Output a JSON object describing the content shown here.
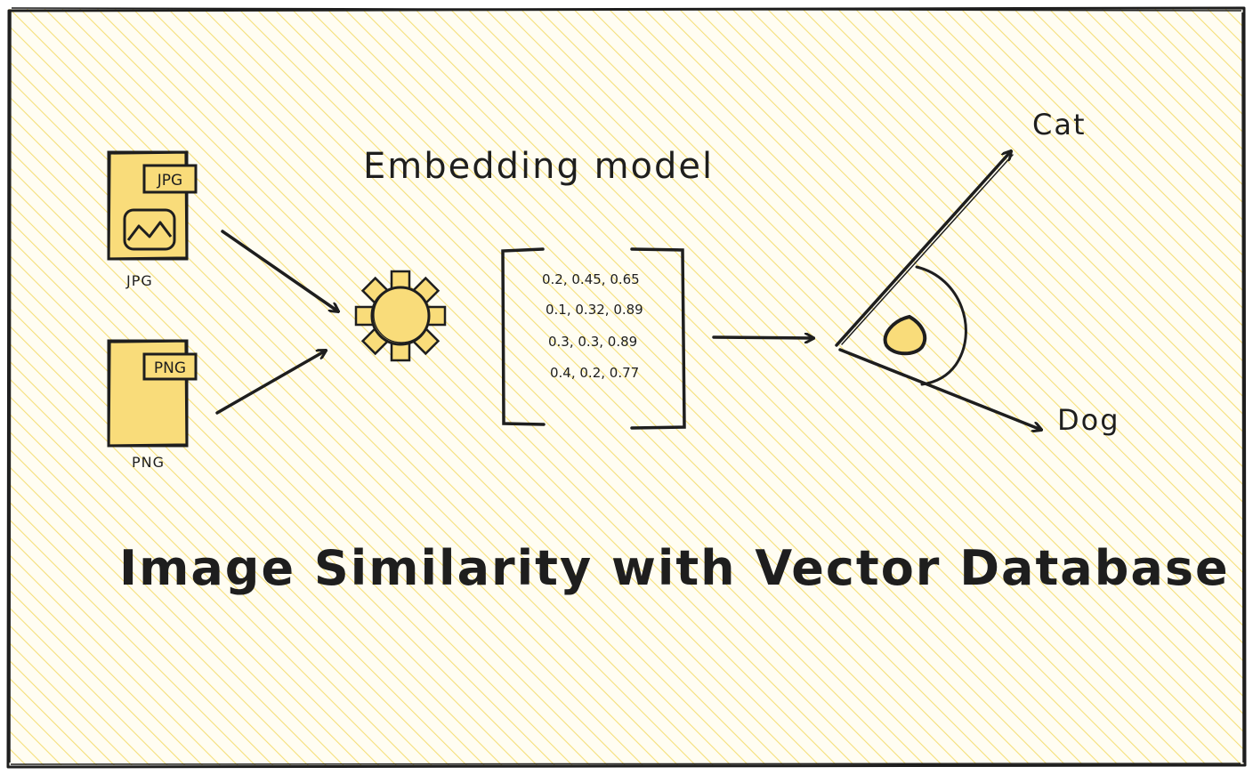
{
  "files": [
    {
      "badge": "JPG",
      "caption": "JPG"
    },
    {
      "badge": "PNG",
      "caption": "PNG"
    }
  ],
  "model": {
    "heading": "Embedding model"
  },
  "vectors": {
    "rows": [
      "0.2, 0.45, 0.65",
      "0.1, 0.32, 0.89",
      "0.3, 0.3, 0.89",
      "0.4, 0.2, 0.77"
    ]
  },
  "similarity": {
    "upper_label": "Cat",
    "lower_label": "Dog"
  },
  "title": "Image Similarity with Vector Database",
  "colors": {
    "background_fill": "#fdf3b8",
    "hatch": "#f5df7a",
    "shape_fill": "#f9dc7a",
    "stroke": "#1e1e1e"
  }
}
